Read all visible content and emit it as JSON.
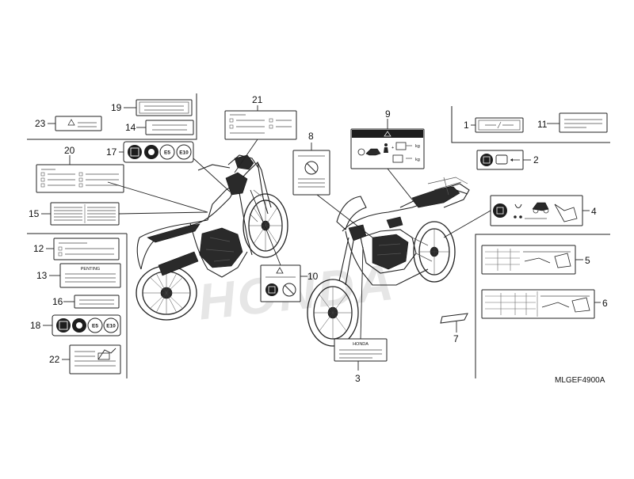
{
  "diagram": {
    "code": "MLGEF4900A",
    "watermark": "HONDA",
    "callouts": [
      "1",
      "2",
      "3",
      "4",
      "5",
      "6",
      "7",
      "8",
      "9",
      "10",
      "11",
      "12",
      "13",
      "14",
      "15",
      "16",
      "17",
      "18",
      "19",
      "20",
      "21",
      "22",
      "23"
    ],
    "label_texts": {
      "penting": "PENTING",
      "honda": "HONDA",
      "e5": "E5",
      "e10": "E10",
      "kg": "kg"
    }
  }
}
